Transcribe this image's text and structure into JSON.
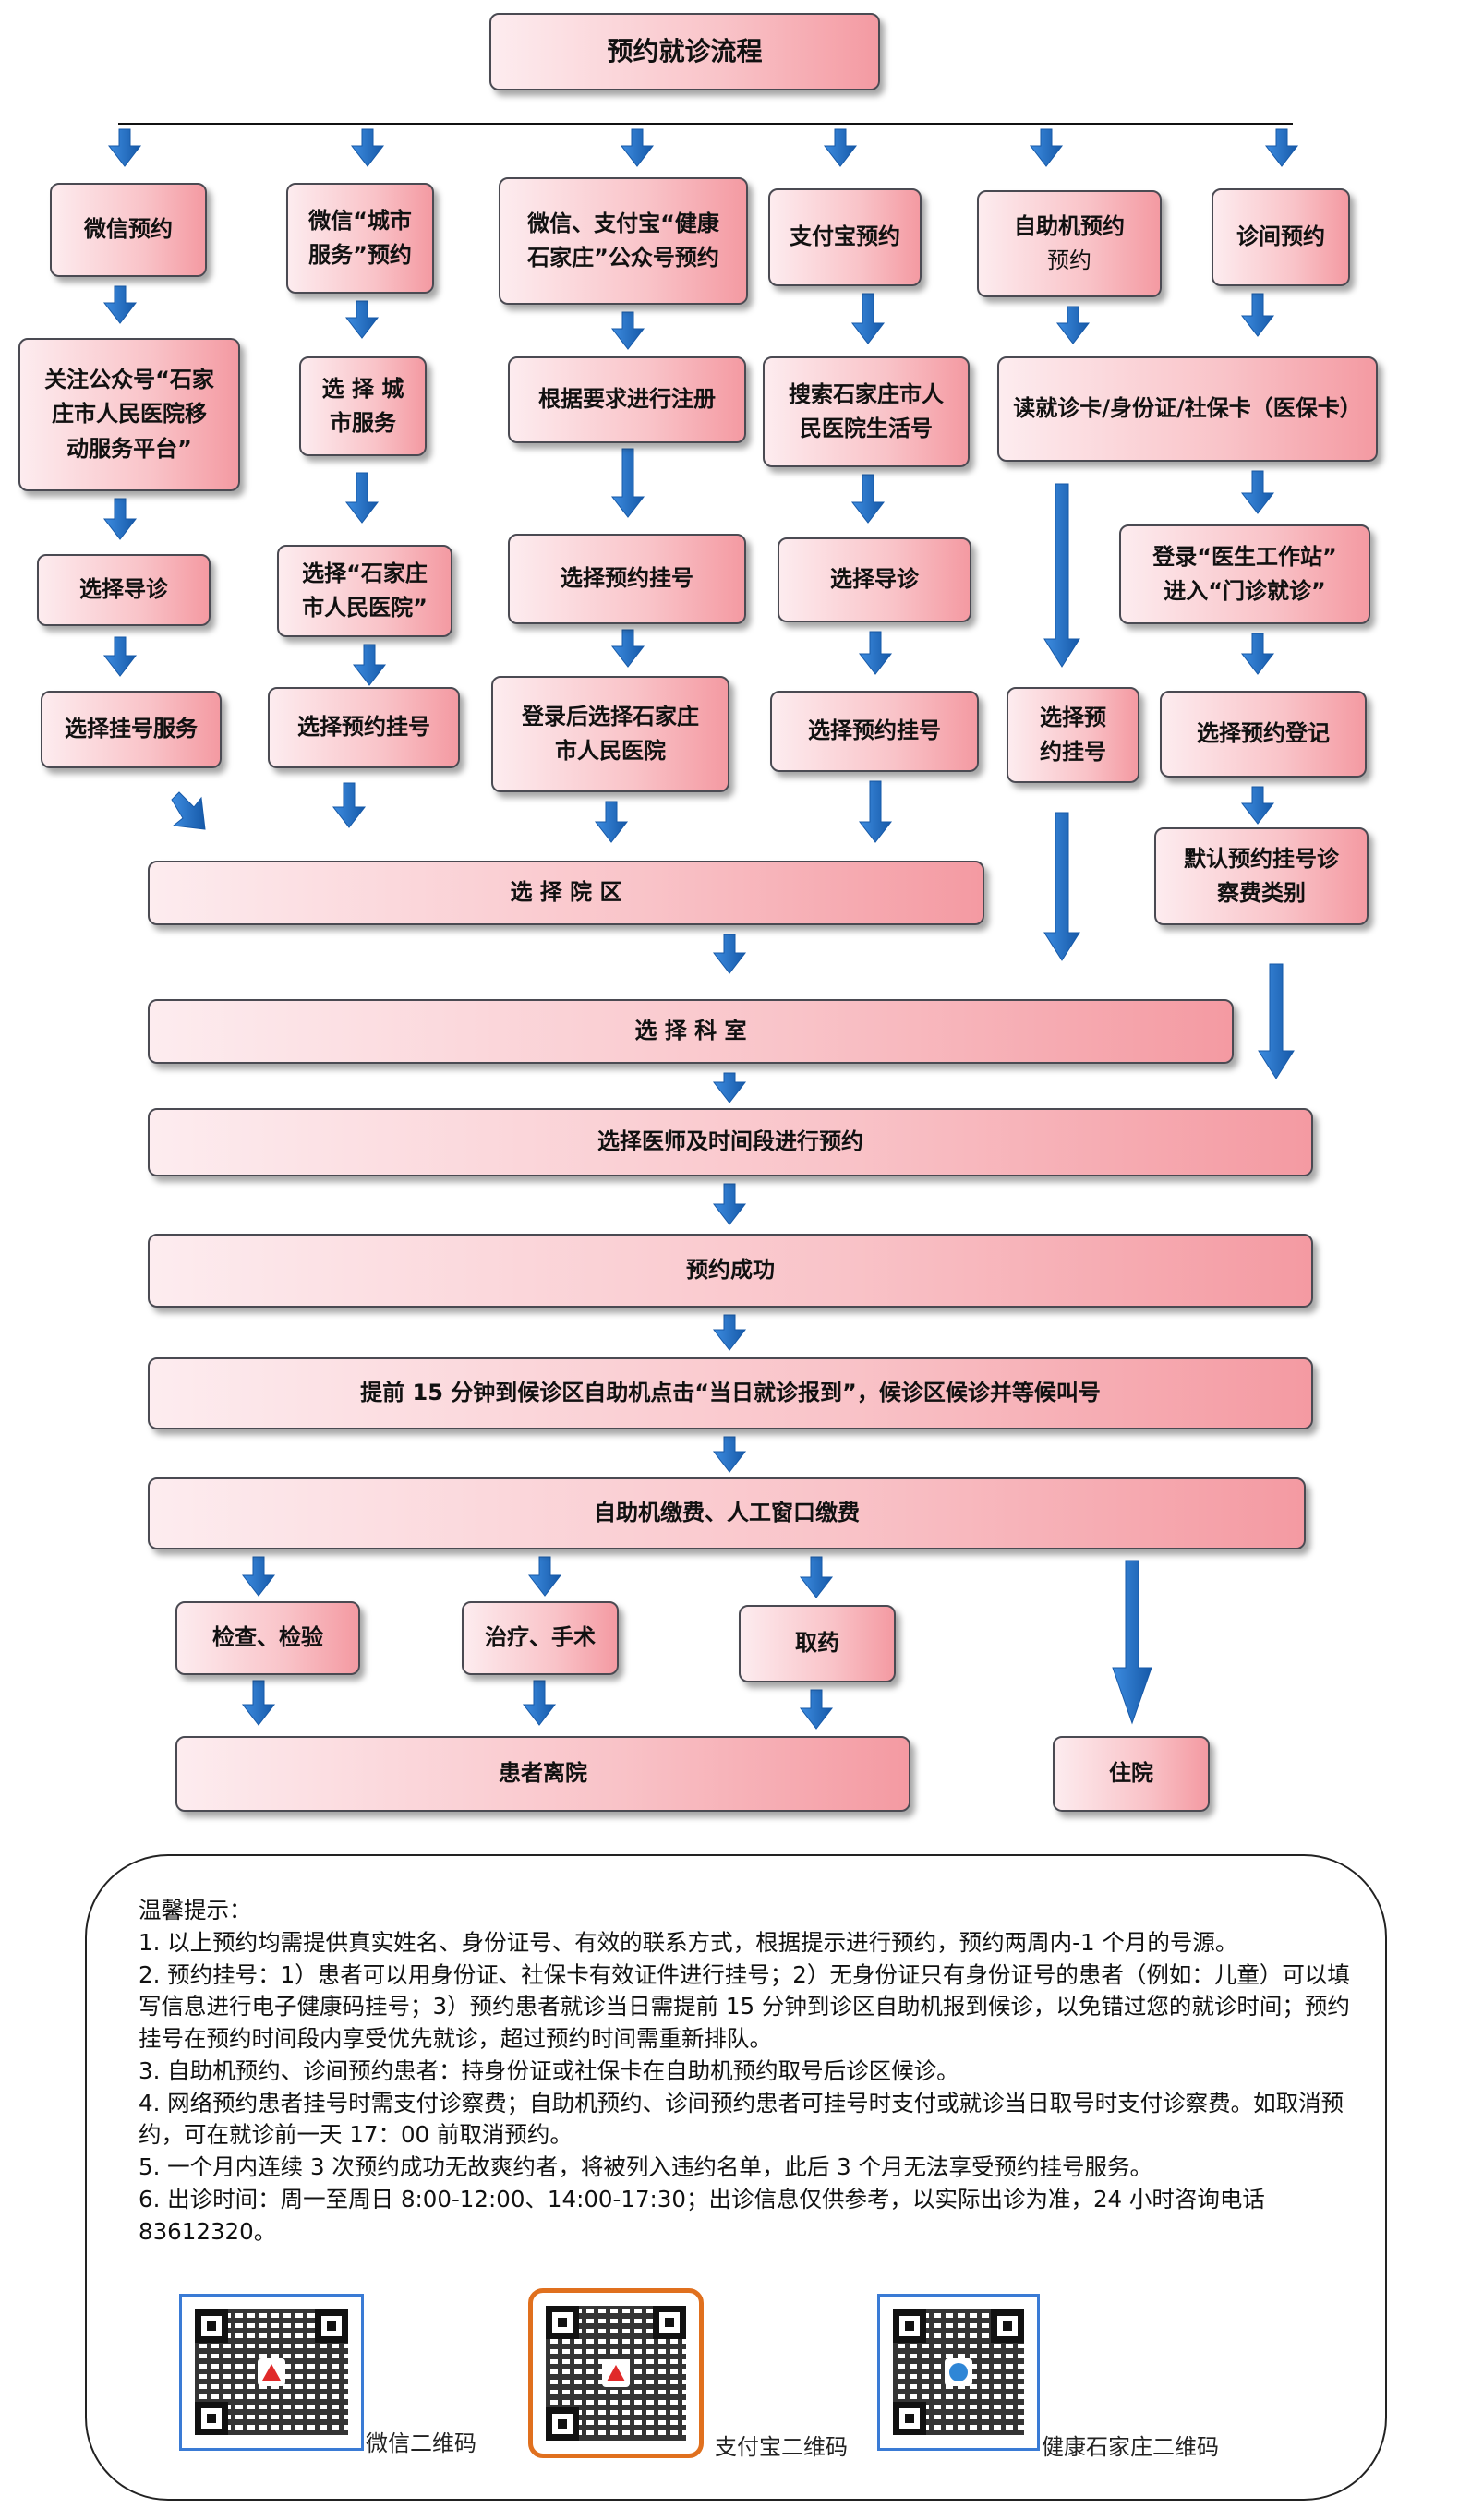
{
  "title": "预约就诊流程",
  "channels": [
    {
      "label": "微信预约"
    },
    {
      "label": "微信“城市\n服务”预约"
    },
    {
      "label": "微信、支付宝“健康\n石家庄”公众号预约"
    },
    {
      "label": "支付宝预约"
    },
    {
      "label": "自助机预约",
      "sub": "预约"
    },
    {
      "label": "诊间预约"
    }
  ],
  "steps": {
    "wx2": "关注公众号“石家\n庄市人民医院移\n动服务平台”",
    "wx3": "选择导诊",
    "wx4": "选择挂号服务",
    "city2": "选 择 城\n市服务",
    "city3": "选择“石家庄\n市人民医院”",
    "city4": "选择预约挂号",
    "jk2": "根据要求进行注册",
    "jk3": "选择预约挂号",
    "jk4": "登录后选择石家庄\n市人民医院",
    "ali2": "搜索石家庄市人\n民医院生活号",
    "ali3": "选择导诊",
    "ali4": "选择预约挂号",
    "card": "读就诊卡/身份证/社保卡（医保卡）",
    "self2": "选择预\n约挂号",
    "doc2": "登录“医生工作站”\n进入“门诊就诊”",
    "doc3": "选择预约登记",
    "doc4": "默认预约挂号诊\n察费类别",
    "campus": "选 择 院 区",
    "dept": "选 择 科 室",
    "doctor": "选择医师及时间段进行预约",
    "success": "预约成功",
    "checkin": "提前 15 分钟到候诊区自助机点击“当日就诊报到”，候诊区候诊并等候叫号",
    "pay": "自助机缴费、人工窗口缴费",
    "exam": "检查、检验",
    "treat": "治疗、手术",
    "drug": "取药",
    "leave": "患者离院",
    "hosp": "住院"
  },
  "notes": [
    "温馨提示：",
    "1. 以上预约均需提供真实姓名、身份证号、有效的联系方式，根据提示进行预约，预约两周内-1 个月的号源。",
    "2. 预约挂号：1）患者可以用身份证、社保卡有效证件进行挂号；2）无身份证只有身份证号的患者（例如：儿童）可以填写信息进行电子健康码挂号；3）预约患者就诊当日需提前 15 分钟到诊区自助机报到候诊，以免错过您的就诊时间；预约挂号在预约时间段内享受优先就诊，超过预约时间需重新排队。",
    "3. 自助机预约、诊间预约患者：持身份证或社保卡在自助机预约取号后诊区候诊。",
    "4. 网络预约患者挂号时需支付诊察费；自助机预约、诊间预约患者可挂号时支付或就诊当日取号时支付诊察费。如取消预约，可在就诊前一天 17：00 前取消预约。",
    "5. 一个月内连续 3 次预约成功无故爽约者，将被列入违约名单，此后 3 个月无法享受预约挂号服务。",
    "6. 出诊时间：周一至周日 8:00-12:00、14:00-17:30；出诊信息仅供参考，以实际出诊为准，24 小时咨询电话 83612320。"
  ],
  "qr_codes": [
    {
      "caption": "微信二维码",
      "border": "#3a7bd5",
      "logo": "red-triangle-logo-icon"
    },
    {
      "caption": "支付宝二维码",
      "border": "#e0701e",
      "logo": "red-triangle-logo-icon"
    },
    {
      "caption": "健康石家庄二维码",
      "border": "#3a7bd5",
      "logo": "blue-round-logo-icon"
    }
  ],
  "colors": {
    "arrow": "#1f6fbf",
    "box_start": "#fdecef",
    "box_end": "#f49aa2"
  }
}
